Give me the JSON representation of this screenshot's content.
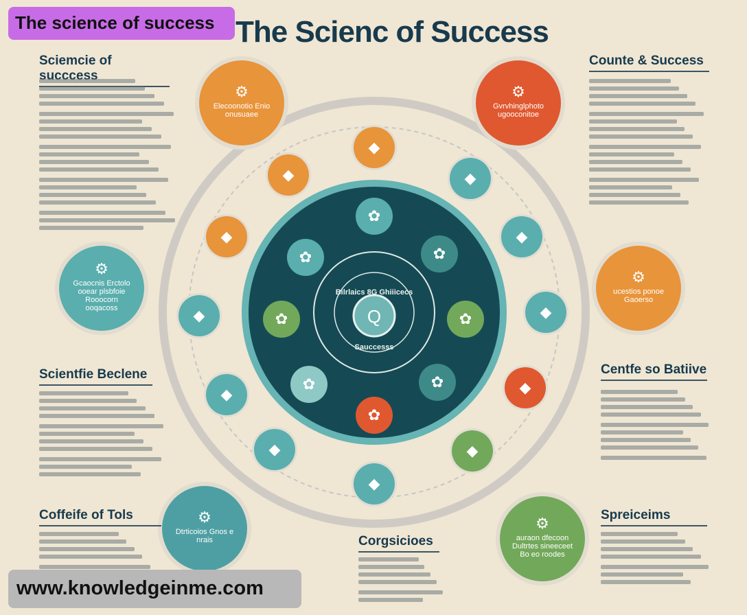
{
  "overlay": {
    "tag": "The science of success",
    "url": "www.knowledgeinme.com"
  },
  "title": "The Scienc of Success",
  "sections": {
    "top_left": "Sciemcie of succcess",
    "top_right": "Counte & Success",
    "mid_left": "Scientfie Beclene",
    "mid_right": "Centfe so Batiive",
    "bottom_left": "Coffeife of Tols",
    "bottom_right": "Spreiceims",
    "bottom_center": "Corgsicioes"
  },
  "big_circles": [
    {
      "label": "Elecoonotio Enio onusuaee",
      "color": "#e8943a"
    },
    {
      "label": "Gvrvhinglphoto ugooconitoe",
      "color": "#e0582f"
    },
    {
      "label": "Gcaocnis Erctolo ooear plsbfoie Rooocorn ooqacoss",
      "color": "#5aaeae"
    },
    {
      "label": "ucestios ponoe Gaoerso",
      "color": "#e8943a"
    },
    {
      "label": "Dtrticoios Gnos e nrais",
      "color": "#4e9fa3"
    },
    {
      "label": "auraon dfecoon Dultrtes sineeceet Bo eo roodes",
      "color": "#72a85a"
    }
  ],
  "center": {
    "top_text": "Bilrlaics 8G Ghiiicecs",
    "bottom_text": "Sauccesss"
  },
  "colors": {
    "background": "#efe6d4",
    "dark_teal": "#154a55",
    "teal": "#5aaeae",
    "orange": "#e8943a",
    "red": "#e0582f",
    "green": "#72a85a"
  }
}
